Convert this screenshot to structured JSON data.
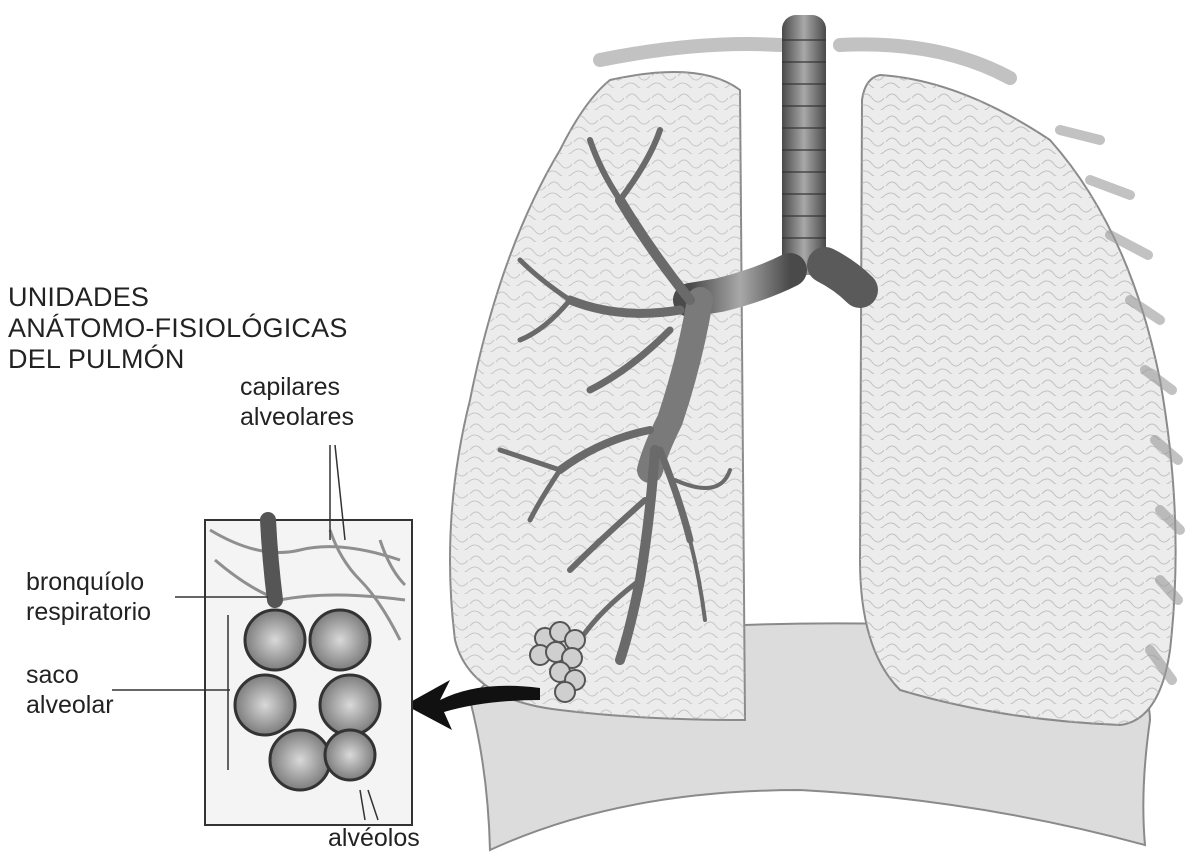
{
  "title": {
    "line1": "UNIDADES",
    "line2": "ANÁTOMO-FISIOLÓGICAS",
    "line3": "DEL PULMÓN"
  },
  "labels": {
    "capilares_line1": "capilares",
    "capilares_line2": "alveolares",
    "bronquiolo_line1": "bronquíolo",
    "bronquiolo_line2": "respiratorio",
    "saco_line1": "saco",
    "saco_line2": "alveolar",
    "alveolos": "alvéolos"
  },
  "colors": {
    "lung_fill": "#ececec",
    "lung_stroke": "#8a8a8a",
    "trachea": "#6e6e6e",
    "bronchi": "#7a7a7a",
    "diaphragm": "#dcdcdc",
    "arrow": "#111111",
    "text": "#222222"
  }
}
